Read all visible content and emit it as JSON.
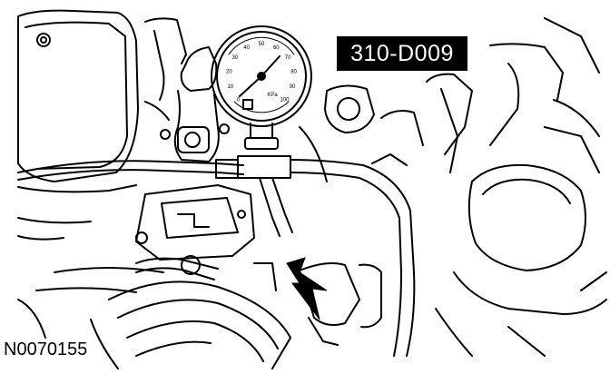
{
  "tool_label": "310-D009",
  "figure_id": "N0070155",
  "gauge": {
    "dial_numbers": [
      "0",
      "10",
      "20",
      "30",
      "40",
      "50",
      "60",
      "70",
      "80",
      "90",
      "100"
    ],
    "unit": "KPa"
  },
  "icons": [
    "fuel-pressure-gauge-icon",
    "callout-arrow-icon"
  ]
}
